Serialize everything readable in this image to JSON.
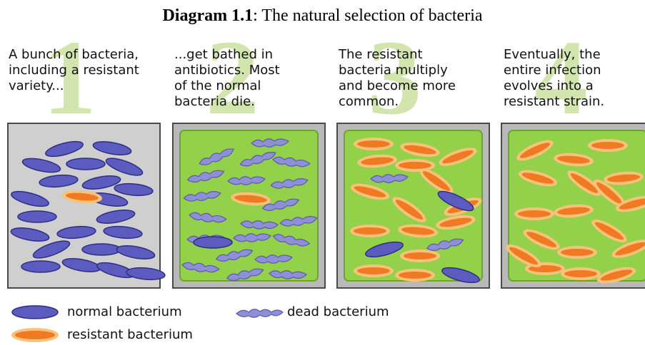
{
  "title": {
    "bold": "Diagram 1.1",
    "rest": ": The natural selection of bacteria"
  },
  "steps": [
    {
      "number": "1",
      "caption": "A bunch of bacteria,\nincluding a resistant\nvariety..."
    },
    {
      "number": "2",
      "caption": "...get bathed in\nantibiotics. Most\nof the normal\nbacteria die."
    },
    {
      "number": "3",
      "caption": "The resistant\nbacteria multiply\nand become more\ncommon."
    },
    {
      "number": "4",
      "caption": "Eventually, the\nentire infection\nevolves into a\nresistant strain."
    }
  ],
  "legend": {
    "normal": "normal bacterium",
    "dead": "dead bacterium",
    "resistant": "resistant bacterium"
  },
  "colors": {
    "normal": "#5b5bc0",
    "resistant": "#f07a24",
    "dead": "#8f8fd8",
    "panel_bg": "#93d14a",
    "panel_gray": "#cfcfcf"
  }
}
